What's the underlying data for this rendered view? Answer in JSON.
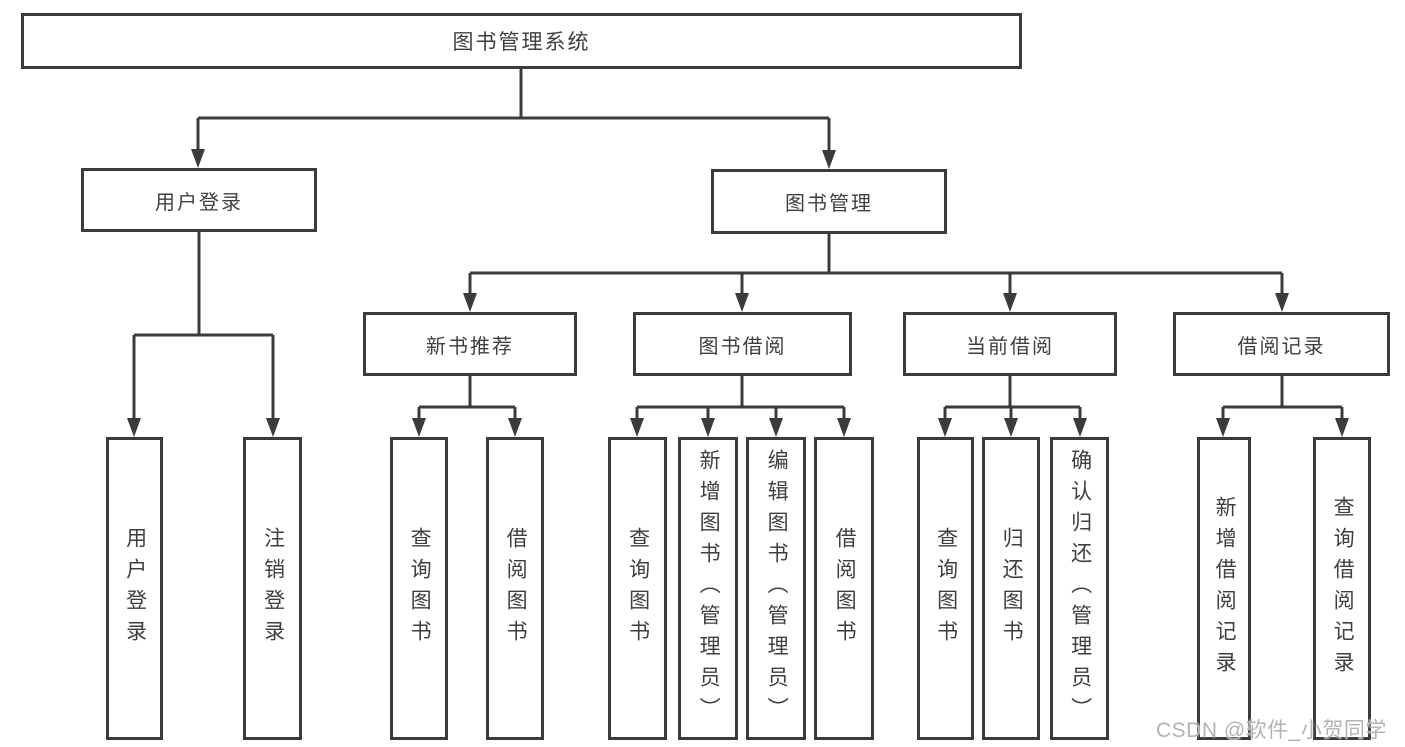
{
  "diagram": {
    "root": {
      "label": "图书管理系统"
    },
    "level2": [
      {
        "label": "用户登录"
      },
      {
        "label": "图书管理"
      }
    ],
    "level3": [
      {
        "label": "新书推荐"
      },
      {
        "label": "图书借阅"
      },
      {
        "label": "当前借阅"
      },
      {
        "label": "借阅记录"
      }
    ],
    "leaves": [
      {
        "label": "用户登录"
      },
      {
        "label": "注销登录"
      },
      {
        "label": "查询图书"
      },
      {
        "label": "借阅图书"
      },
      {
        "label": "查询图书"
      },
      {
        "label": "新增图书（管理员）"
      },
      {
        "label": "编辑图书（管理员）"
      },
      {
        "label": "借阅图书"
      },
      {
        "label": "查询图书"
      },
      {
        "label": "归还图书"
      },
      {
        "label": "确认归还（管理员）"
      },
      {
        "label": "新增借阅记录"
      },
      {
        "label": "查询借阅记录"
      }
    ]
  },
  "watermark": {
    "text": "CSDN @软件_小贺同学"
  },
  "colors": {
    "line": "#3b3b3b",
    "text": "#3f3f3f",
    "watermark": "#b3b3b3",
    "background": "#ffffff"
  }
}
